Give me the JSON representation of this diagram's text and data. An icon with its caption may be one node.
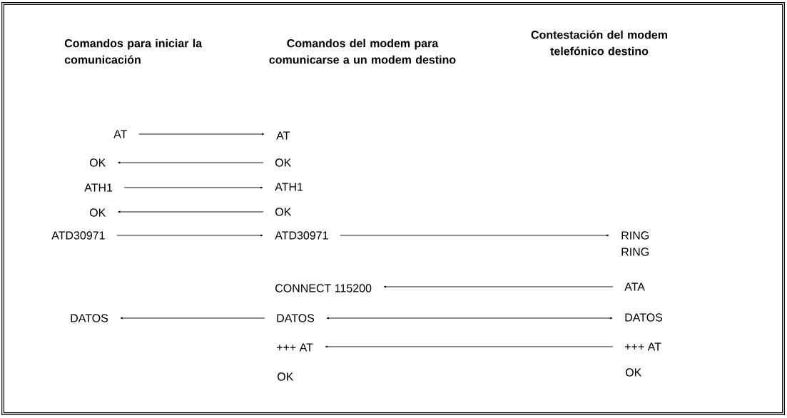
{
  "diagram": {
    "nodes": [
      {
        "text": [
          "AT"
        ]
      },
      {
        "text": [
          "AT"
        ]
      },
      {
        "text": [
          "OK"
        ]
      },
      {
        "text": [
          "OK"
        ]
      },
      {
        "text": [
          "ATH1"
        ]
      },
      {
        "text": [
          "ATH1"
        ]
      },
      {
        "text": [
          "OK"
        ]
      },
      {
        "text": [
          "OK"
        ]
      },
      {
        "text": [
          "ATD30971"
        ]
      },
      {
        "text": [
          "ATD30971"
        ]
      },
      {
        "text": [
          "RING"
        ]
      },
      {
        "text": [
          "CONNECT 115200"
        ]
      },
      {
        "text": [
          "ATA"
        ]
      },
      {
        "text": [
          "DATOS"
        ]
      },
      {
        "text": [
          "DATOS"
        ]
      },
      {
        "text": [
          "DATOS"
        ]
      },
      {
        "text": [
          "+++ AT"
        ]
      },
      {
        "text": [
          "+++ AT"
        ]
      }
    ],
    "edges": [
      {
        "from": 0,
        "to": 1,
        "arrow": "to"
      },
      {
        "from": 3,
        "to": 2,
        "arrow": "to"
      },
      {
        "from": 4,
        "to": 5,
        "arrow": "to"
      },
      {
        "from": 7,
        "to": 6,
        "arrow": "to"
      },
      {
        "from": 8,
        "to": 9,
        "arrow": "to"
      },
      {
        "from": 9,
        "to": 10,
        "arrow": "to"
      },
      {
        "from": 12,
        "to": 11,
        "arrow": "to"
      },
      {
        "from": 14,
        "to": 13,
        "arrow": "to"
      },
      {
        "from": 14,
        "to": 15,
        "arrow": "both"
      },
      {
        "from": 17,
        "to": 16,
        "arrow": "to"
      }
    ],
    "labels": [
      "Comandos para iniciar la comunicación",
      "Comandos del modem para comunicarse a un modem destino",
      "Contestación del modem telefónico destino",
      "RING",
      "OK",
      "OK"
    ]
  }
}
